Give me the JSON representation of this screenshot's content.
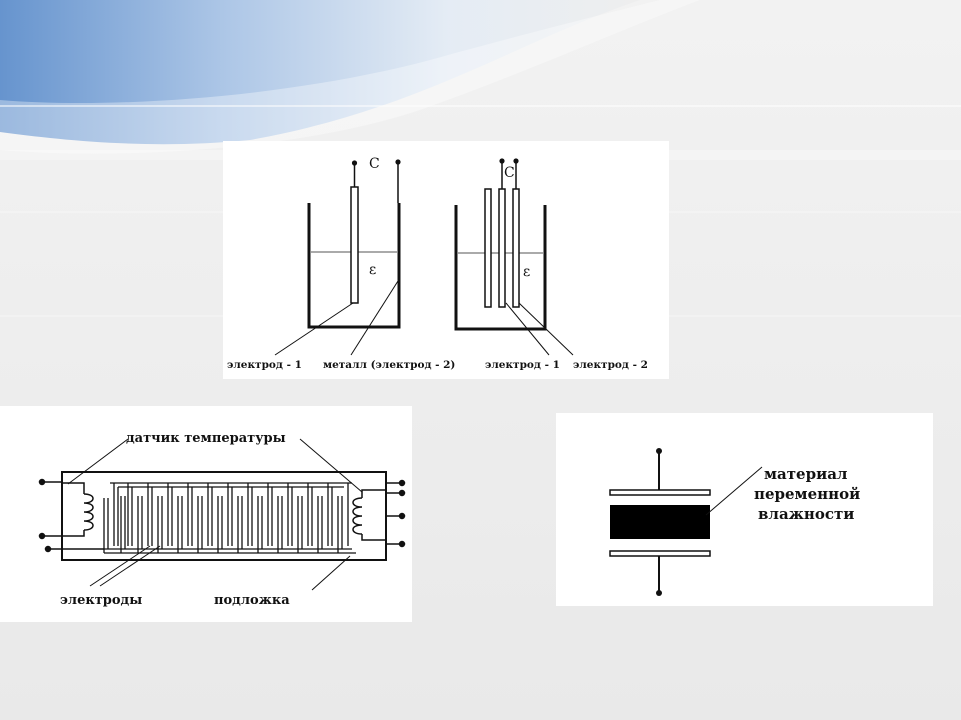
{
  "colors": {
    "ink": "#111111",
    "liquid_line": "#555555",
    "slide_band": "#7ea6d6"
  },
  "diagram_cells": {
    "left_cell": {
      "symbol_c": "С",
      "symbol_eps": "ε",
      "label_electrode1": "электрод - 1",
      "label_metal": "металл (электрод - 2)"
    },
    "right_cell": {
      "symbol_c": "С",
      "symbol_eps": "ε",
      "label_electrode1": "электрод - 1",
      "label_electrode2": "электрод - 2"
    }
  },
  "diagram_interdigital": {
    "label_temp_sensor": "датчик температуры",
    "label_electrodes": "электроды",
    "label_substrate": "подложка"
  },
  "diagram_capacitor": {
    "label_line1": "материал",
    "label_line2": "переменной",
    "label_line3": "влажности"
  }
}
